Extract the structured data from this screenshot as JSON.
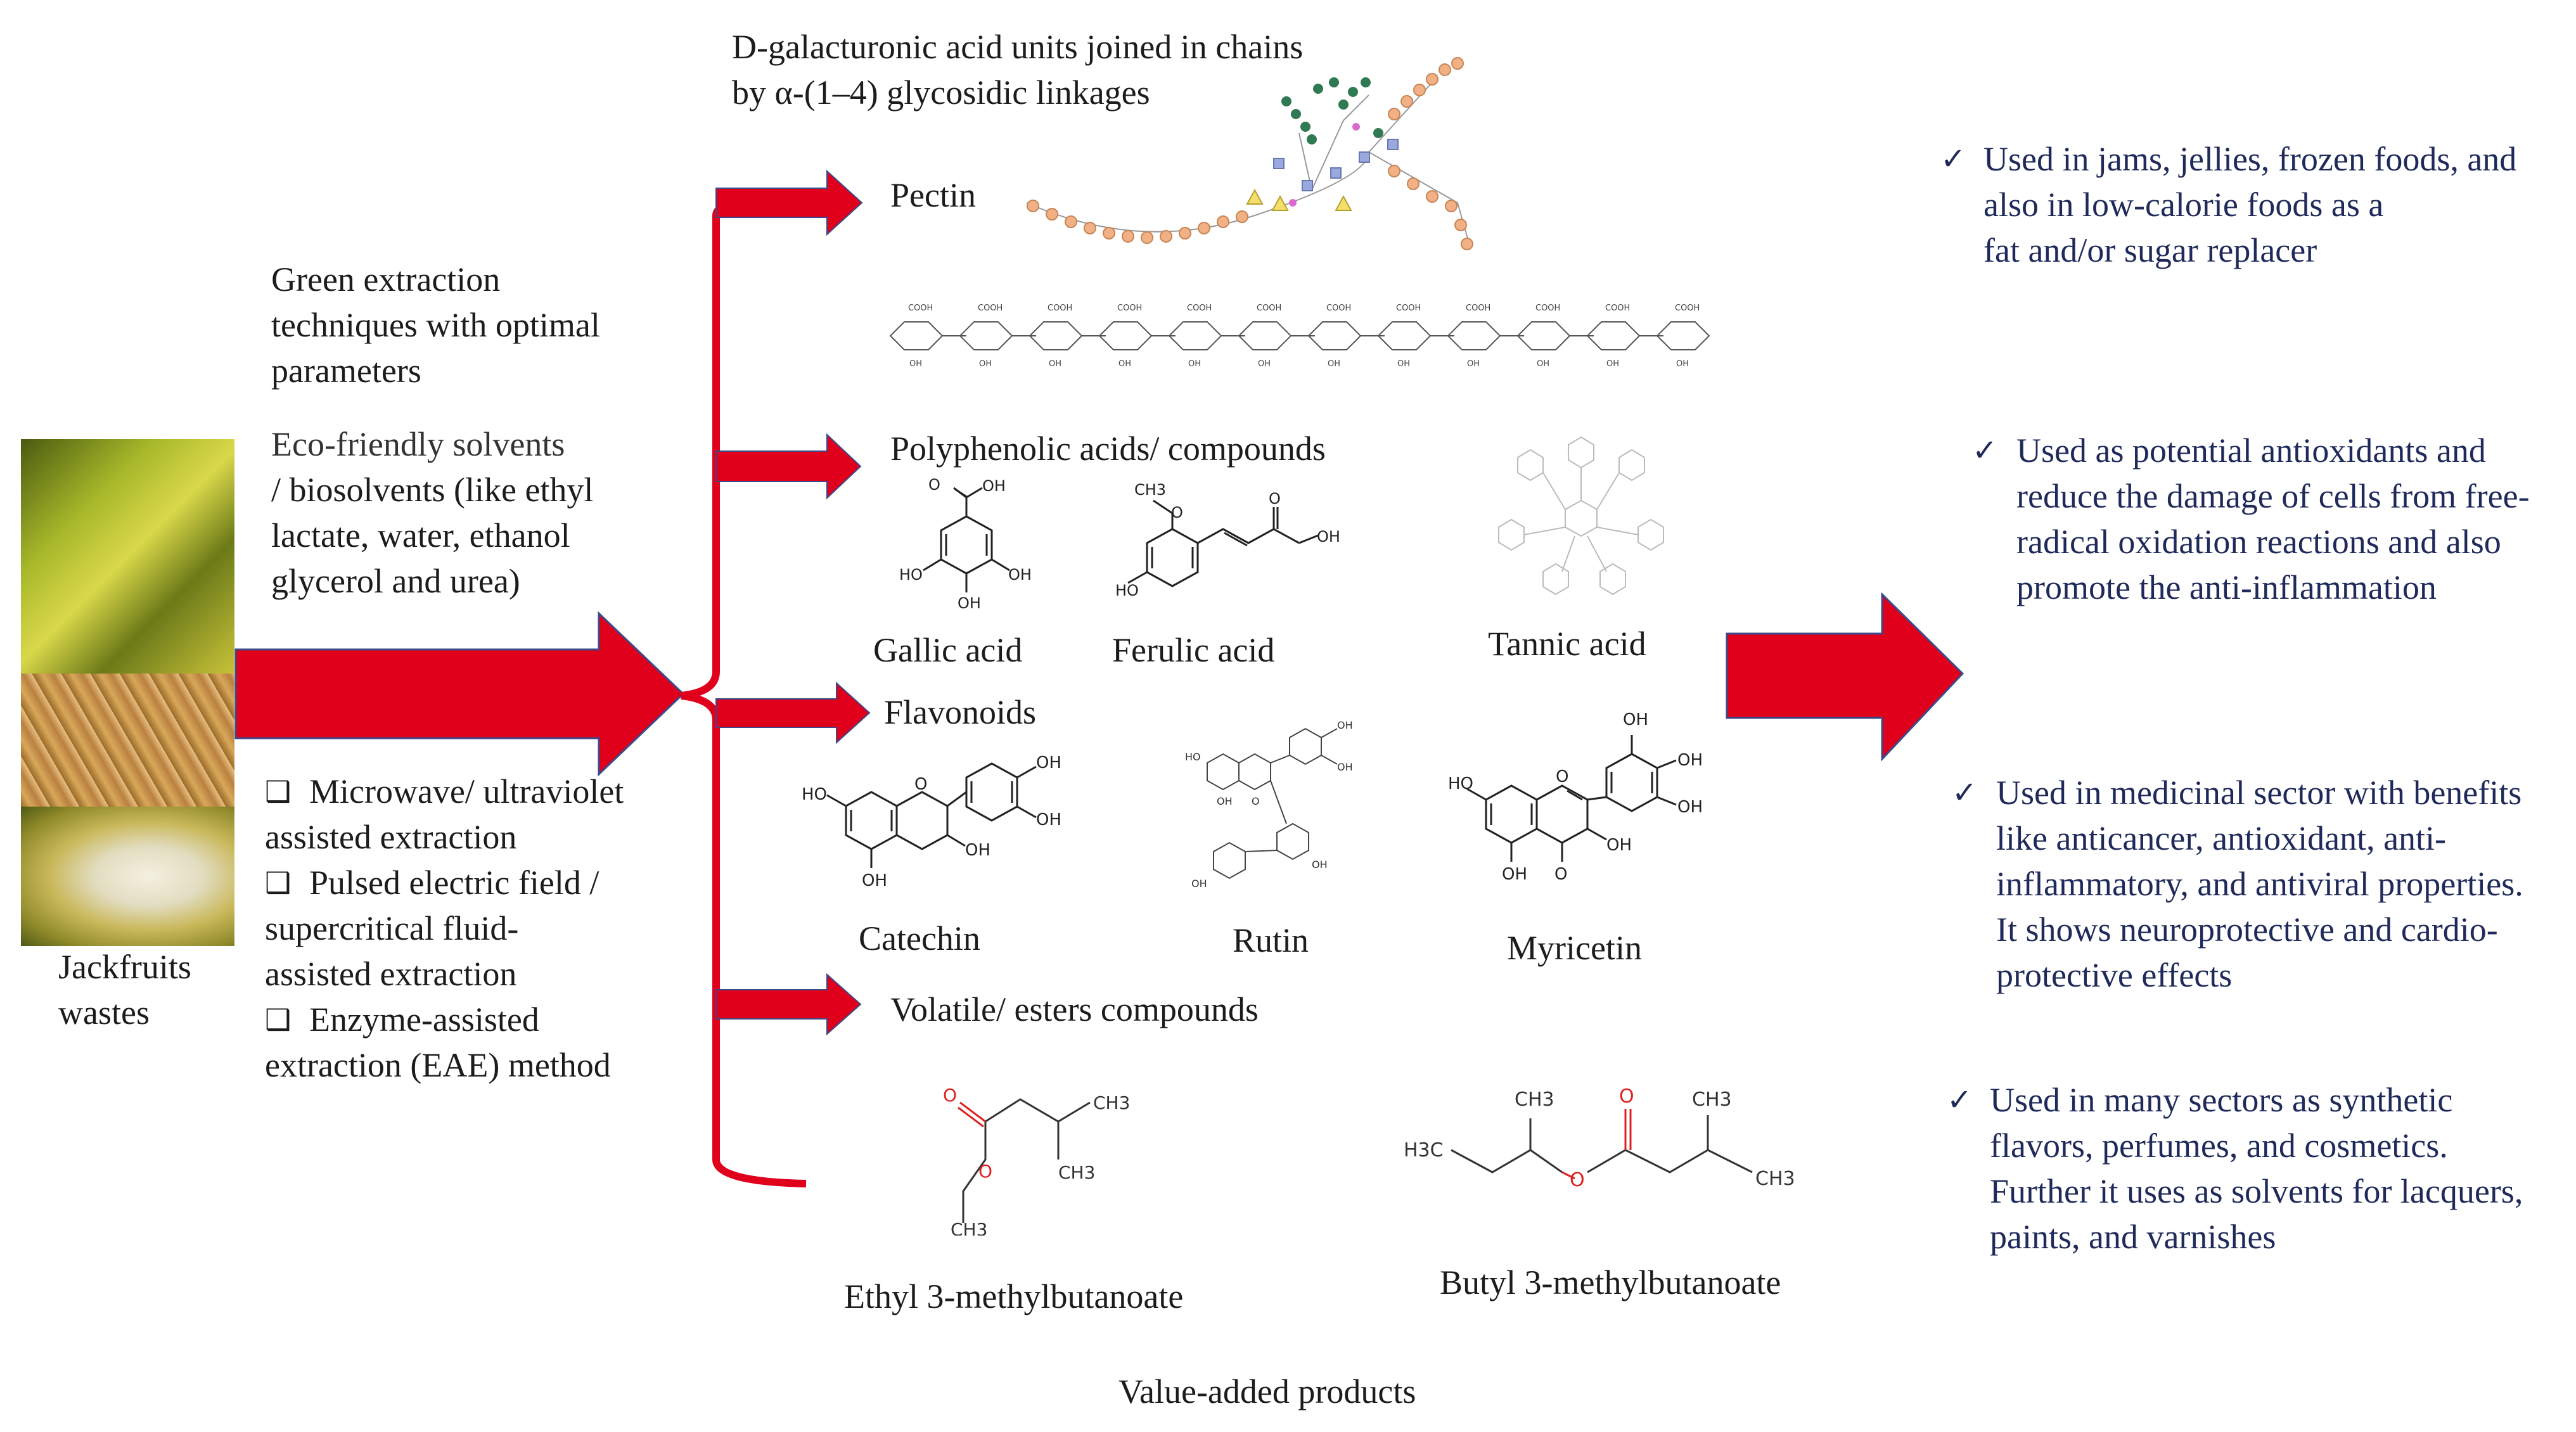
{
  "figure_caption": "Value-added products",
  "source": {
    "label_line1": "Jackfruits",
    "label_line2": "wastes"
  },
  "extraction": {
    "heading": [
      "Green extraction",
      " techniques with optimal",
      "parameters"
    ],
    "solvents": [
      "Eco-friendly solvents",
      "/ biosolvents (like ethyl",
      "lactate, water, ethanol",
      "glycerol and urea)"
    ],
    "methods": [
      "Microwave/ ultraviolet",
      "assisted extraction",
      "Pulsed electric field /",
      "supercritical fluid-",
      "assisted  extraction",
      "Enzyme-assisted",
      "extraction (EAE) method"
    ],
    "bullet_glyph": "❑"
  },
  "pectin": {
    "description_line1": "D-galacturonic acid units joined in chains",
    "description_line2": " by α-(1–4) glycosidic linkages",
    "label": "Pectin"
  },
  "polyphenols": {
    "label": "Polyphenolic acids/ compounds",
    "compounds": [
      "Gallic acid",
      "Ferulic acid",
      "Tannic acid"
    ]
  },
  "flavonoids": {
    "label": "Flavonoids",
    "compounds": [
      "Catechin",
      "Rutin",
      "Myricetin"
    ]
  },
  "volatiles": {
    "label": "Volatile/ esters compounds",
    "compounds": [
      "Ethyl 3-methylbutanoate",
      "Butyl 3-methylbutanoate"
    ]
  },
  "atom_labels": {
    "oh": "OH",
    "ho": "HO",
    "o": "O",
    "ch3": "CH3",
    "h3c": "H3C",
    "cooh": "COOH"
  },
  "applications": {
    "check_glyph": "✓",
    "pectin": [
      "Used in jams, jellies, frozen foods, and",
      "also in low-calorie foods as a",
      "fat and/or sugar replacer"
    ],
    "polyphenols": [
      "Used as potential antioxidants and",
      "reduce the damage of cells from free-",
      "radical oxidation reactions and also",
      "promote the anti-inflammation"
    ],
    "flavonoids": [
      "Used in medicinal sector with benefits",
      "like anticancer, antioxidant, anti-",
      "inflammatory, and antiviral properties.",
      "It shows neuroprotective and cardio-",
      "protective effects"
    ],
    "volatiles": [
      "Used in many sectors as synthetic",
      "flavors, perfumes, and cosmetics.",
      "Further it uses as solvents for lacquers,",
      "paints, and varnishes"
    ]
  },
  "colors": {
    "arrow_red": "#e0001b",
    "arrow_outline": "#3a4a8a",
    "application_text": "#1f2a5a",
    "ester_oxygen": "#e02020"
  }
}
